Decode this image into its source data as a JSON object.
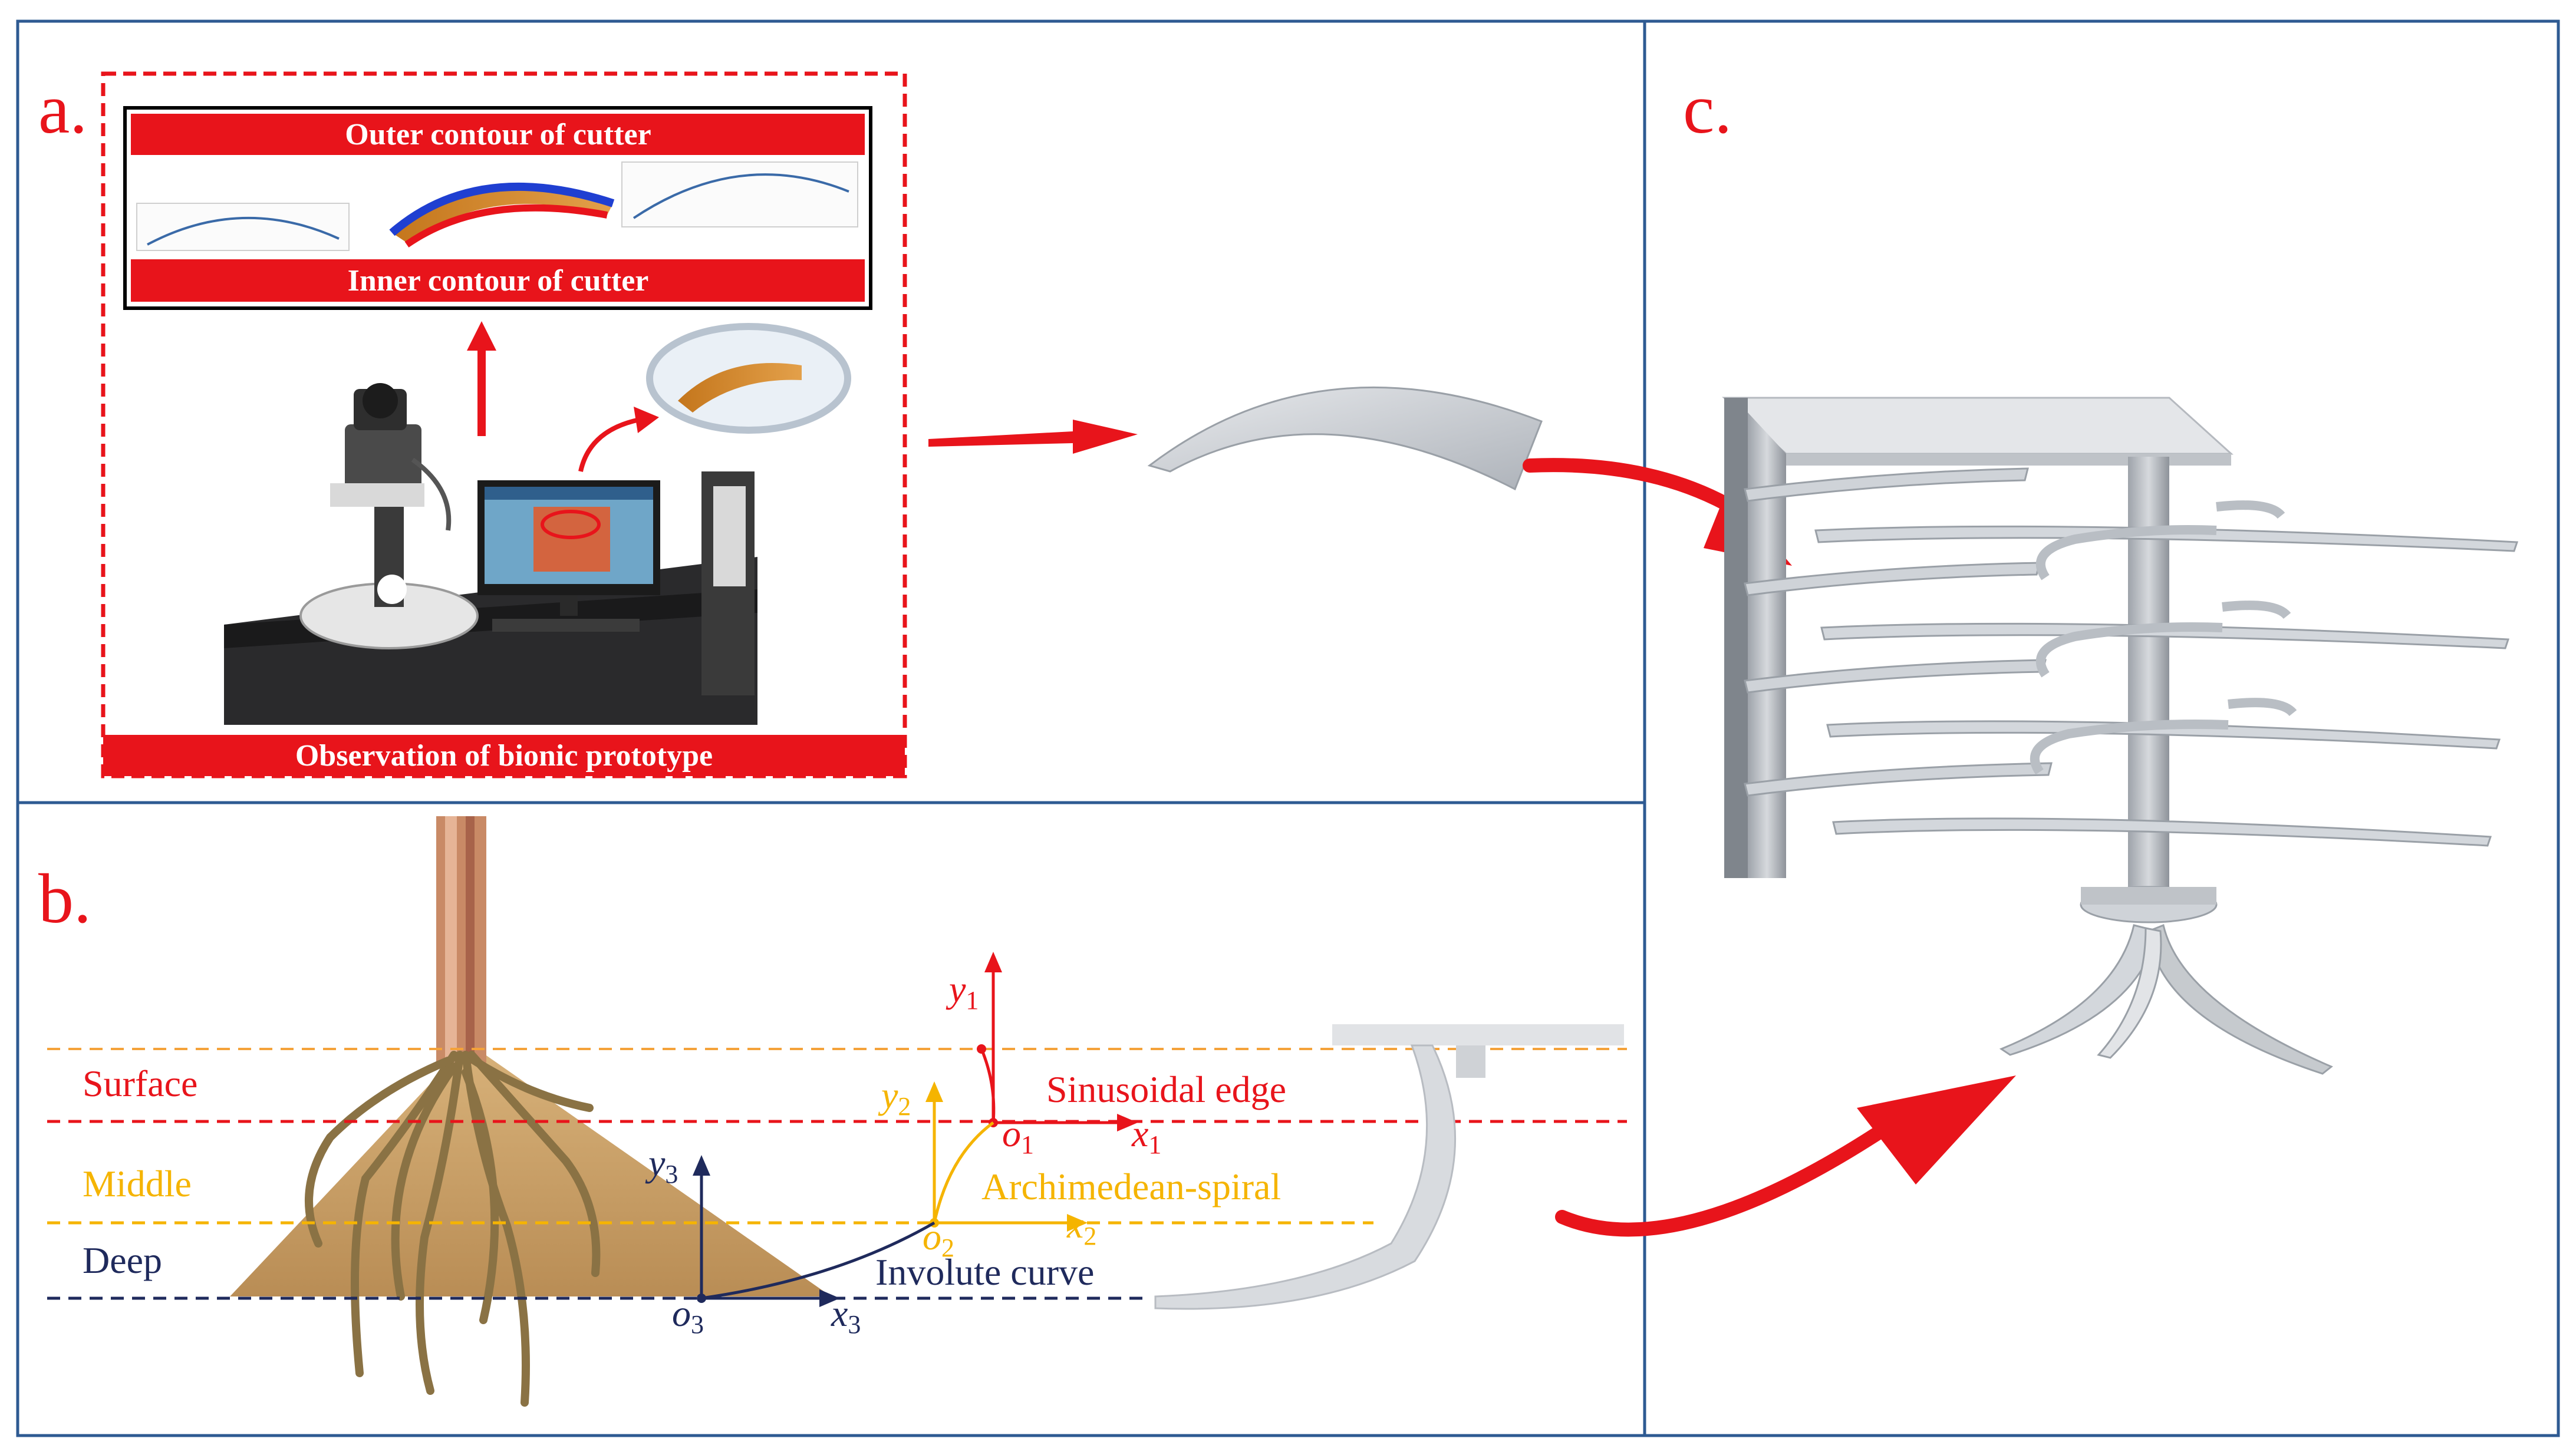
{
  "colors": {
    "panel_border": "#2e5a92",
    "accent_red": "#e8141b",
    "orange": "#f4a23a",
    "surface_red": "#e8141b",
    "middle_yellow": "#f5b400",
    "deep_navy": "#1f2a5c",
    "blade_gray": "#c8ccd2"
  },
  "panel_a": {
    "letter": "a.",
    "outer_banner": "Outer contour of cutter",
    "inner_banner": "Inner contour of cutter",
    "bottom_banner": "Observation of bionic prototype"
  },
  "panel_b": {
    "letter": "b.",
    "layers": {
      "surface": "Surface",
      "middle": "Middle",
      "deep": "Deep"
    },
    "curves": {
      "sinusoidal": "Sinusoidal edge",
      "archimedean": "Archimedean-spiral",
      "involute": "Involute curve"
    },
    "axes": {
      "y1": "y",
      "y1_sub": "1",
      "x1": "x",
      "x1_sub": "1",
      "o1": "o",
      "o1_sub": "1",
      "y2": "y",
      "y2_sub": "2",
      "x2": "x",
      "x2_sub": "2",
      "o2": "o",
      "o2_sub": "2",
      "y3": "y",
      "y3_sub": "3",
      "x3": "x",
      "x3_sub": "3",
      "o3": "o",
      "o3_sub": "3"
    }
  },
  "panel_c": {
    "letter": "c."
  },
  "icons": [
    "microscope-icon",
    "computer-monitor-icon",
    "magnifier-lens-icon",
    "cutter-blade-icon",
    "plant-root-icon",
    "rotary-cutter-assembly-icon"
  ]
}
